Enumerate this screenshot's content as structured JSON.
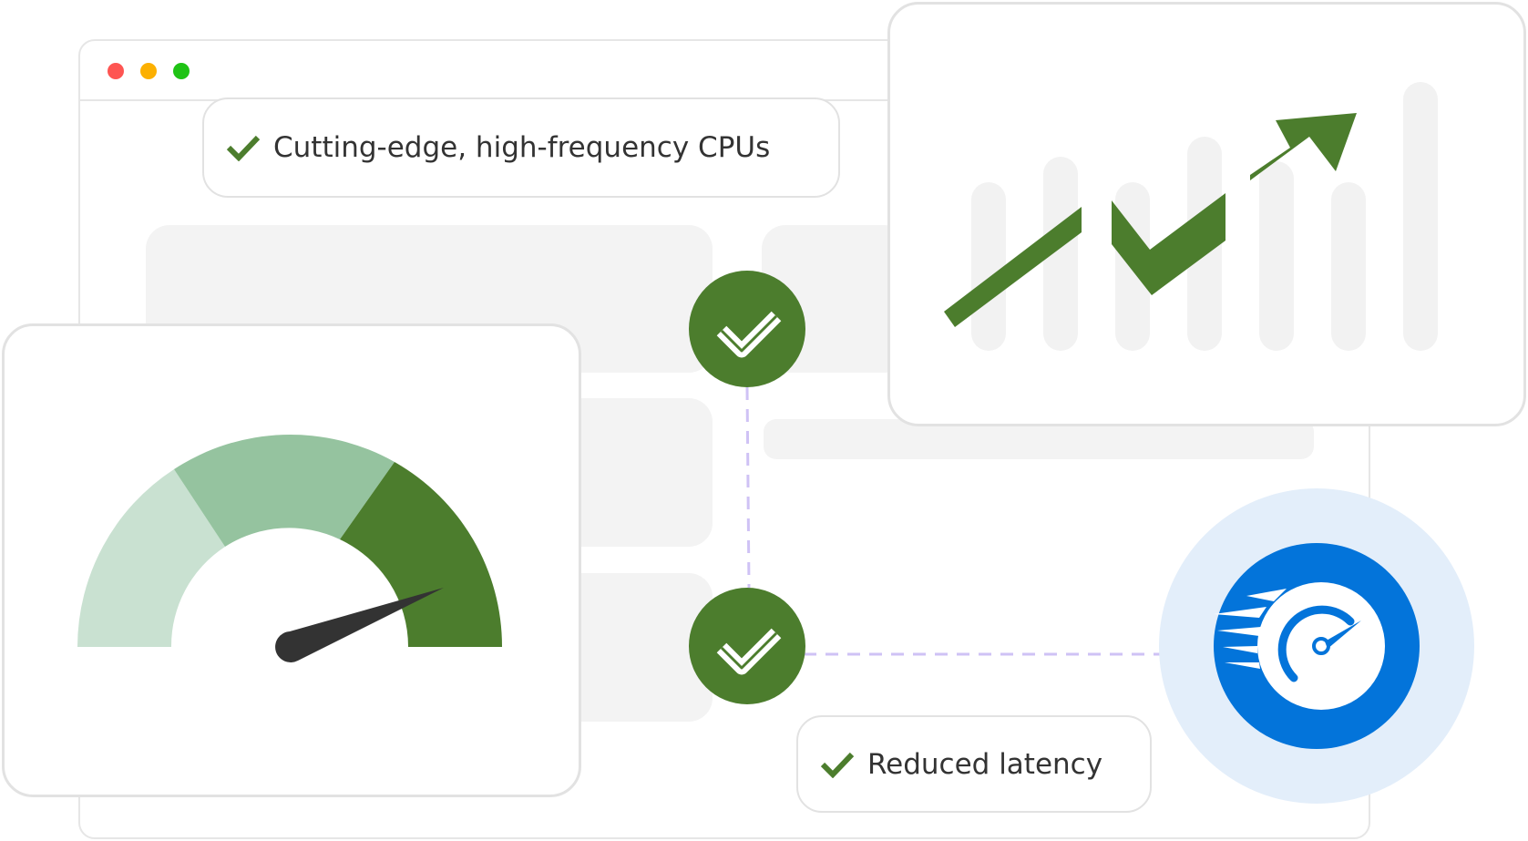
{
  "window": {
    "controls": [
      "close-dot",
      "minimize-dot",
      "maximize-dot"
    ],
    "control_colors": {
      "close": "#fe5552",
      "minimize": "#fcb002",
      "maximize": "#1fc315"
    }
  },
  "features": [
    {
      "label": "Cutting-edge, high-frequency CPUs",
      "icon": "checkmark-icon"
    },
    {
      "label": "Reduced latency",
      "icon": "checkmark-icon"
    }
  ],
  "gauge": {
    "segments": [
      "low",
      "medium",
      "high"
    ],
    "segment_colors": [
      "#c9e1d1",
      "#95c39f",
      "#4c7d2d"
    ],
    "needle_color": "#333333",
    "level": 0.8
  },
  "trend_chart": {
    "bars": 7,
    "bar_color": "#f2f2f2",
    "arrow_color": "#4c7d2d",
    "direction": "up"
  },
  "status_checks": [
    {
      "icon": "checkmark-icon",
      "color": "#4c7d2d"
    },
    {
      "icon": "checkmark-icon",
      "color": "#4c7d2d"
    }
  ],
  "speed_badge": {
    "icon": "speedometer-icon",
    "color": "#0374da",
    "halo_color": "#e3eefa"
  },
  "connector_color": "#cfc2f5"
}
